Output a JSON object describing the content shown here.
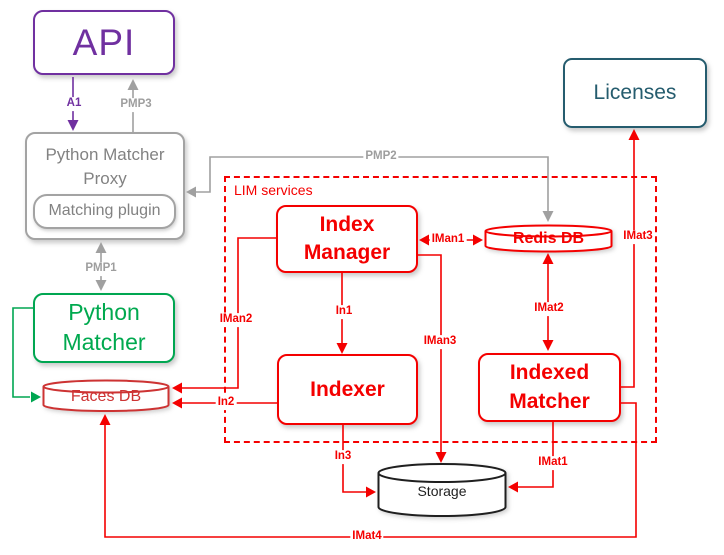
{
  "diagram": {
    "nodes": {
      "api": {
        "label": "API"
      },
      "proxy": {
        "label": "Python Matcher Proxy"
      },
      "plugin": {
        "label": "Matching plugin"
      },
      "python_matcher": {
        "label": "Python Matcher"
      },
      "licenses": {
        "label": "Licenses"
      },
      "lim_group": {
        "label": "LIM services"
      },
      "index_manager": {
        "label": "Index Manager"
      },
      "indexer": {
        "label": "Indexer"
      },
      "indexed_matcher": {
        "label": "Indexed Matcher"
      },
      "faces_db": {
        "label": "Faces DB"
      },
      "redis_db": {
        "label": "Redis DB"
      },
      "storage": {
        "label": "Storage"
      }
    },
    "edges": {
      "a1": {
        "label": "A1"
      },
      "pmp1": {
        "label": "PMP1"
      },
      "pmp2": {
        "label": "PMP2"
      },
      "pmp3": {
        "label": "PMP3"
      },
      "iman1": {
        "label": "IMan1"
      },
      "iman2": {
        "label": "IMan2"
      },
      "iman3": {
        "label": "IMan3"
      },
      "in1": {
        "label": "In1"
      },
      "in2": {
        "label": "In2"
      },
      "in3": {
        "label": "In3"
      },
      "imat1": {
        "label": "IMat1"
      },
      "imat2": {
        "label": "IMat2"
      },
      "imat3": {
        "label": "IMat3"
      },
      "imat4": {
        "label": "IMat4"
      }
    },
    "colors": {
      "red": "#f40000",
      "green": "#00a651",
      "purple": "#7030a0",
      "gray": "#a0a0a0",
      "teal": "#255c6e",
      "black": "#1f1f1f"
    }
  }
}
